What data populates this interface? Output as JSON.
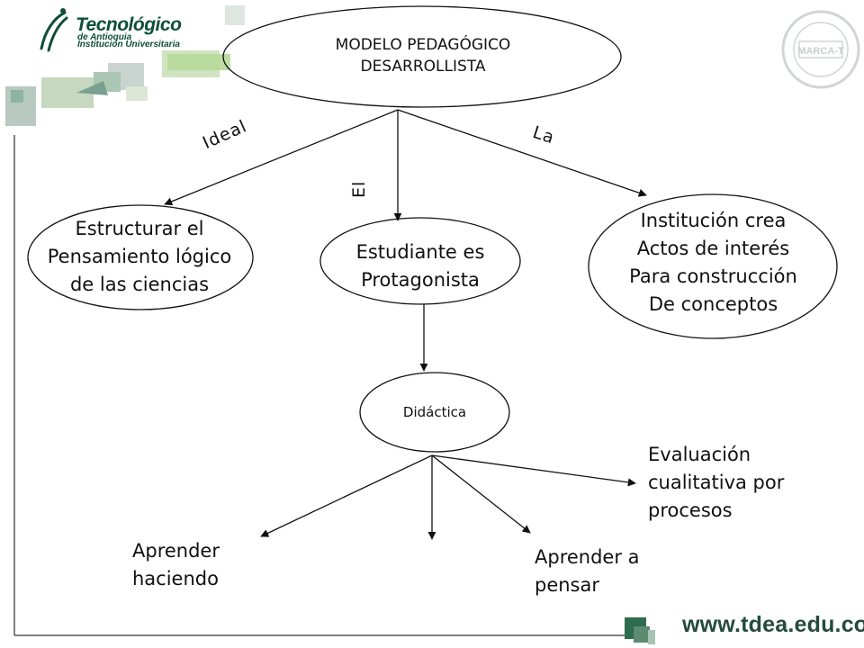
{
  "logo": {
    "name": "Tecnológico",
    "line1": "de Antioquia",
    "line2": "Institución Universitaria"
  },
  "seal": {
    "text": "MARCA-T"
  },
  "website": "www.tdea.edu.co",
  "diagram": {
    "root": {
      "lines": [
        "MODELO PEDAGÓGICO",
        "DESARROLLISTA"
      ]
    },
    "edges": {
      "ideal": "Ideal",
      "el": "El",
      "la": "La"
    },
    "nodes": {
      "estructurar": [
        "Estructurar el",
        "Pensamiento lógico",
        "de las ciencias"
      ],
      "estudiante": [
        "Estudiante es",
        "Protagonista"
      ],
      "institucion": [
        "Institución crea",
        "Actos de interés",
        "Para construcción",
        "De conceptos"
      ],
      "didactica": "Didáctica",
      "evaluacion": [
        "Evaluación",
        "cualitativa por",
        "procesos"
      ],
      "hacer": [
        "Aprender",
        "haciendo"
      ],
      "pensar": [
        "Aprender a",
        "pensar"
      ]
    }
  },
  "colors": {
    "brand_green": "#0d4f35",
    "light_green": "#a9d08e",
    "gray_blocks": "#c9d3cf",
    "dark_green_square": "#2f6b4f",
    "line": "#111111"
  }
}
